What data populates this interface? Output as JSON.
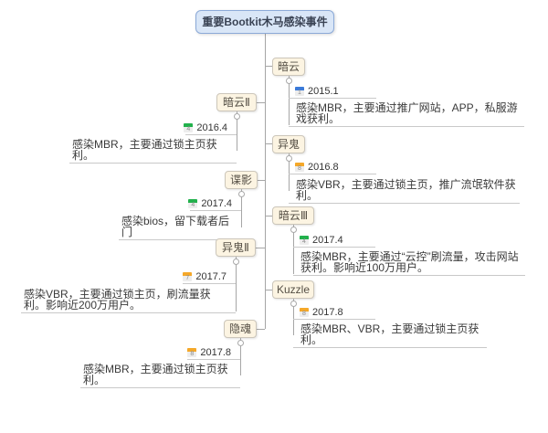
{
  "root": {
    "title": "重要Bootkit木马感染事件"
  },
  "colors": {
    "root_fill": "#d9e6f7",
    "root_border": "#8caad8",
    "topic_fill": "#fcf4e2",
    "topic_border": "#ccc6ba",
    "connector_line": "#a6a6a6",
    "underline": "#c9c9c9",
    "calendar_blue": "#3c7bd9",
    "calendar_green": "#22b14c",
    "calendar_orange": "#f5a829"
  },
  "branches": [
    {
      "title": "暗云",
      "side": "right",
      "date": "2015.1",
      "month": "1",
      "cal_color": "#3c7bd9",
      "desc": "感染MBR，主要通过推广网站，APP，私服游戏获利。"
    },
    {
      "title": "暗云Ⅱ",
      "side": "left",
      "date": "2016.4",
      "month": "4",
      "cal_color": "#22b14c",
      "desc": "感染MBR，主要通过锁主页获利。"
    },
    {
      "title": "异鬼",
      "side": "right",
      "date": "2016.8",
      "month": "8",
      "cal_color": "#f5a829",
      "desc": "感染VBR，主要通过锁主页，推广流氓软件获利。"
    },
    {
      "title": "谍影",
      "side": "left",
      "date": "2017.4",
      "month": "4",
      "cal_color": "#22b14c",
      "desc": "感染bios，留下载者后门"
    },
    {
      "title": "暗云Ⅲ",
      "side": "right",
      "date": "2017.4",
      "month": "4",
      "cal_color": "#22b14c",
      "desc": "感染MBR，主要通过“云控”刷流量，攻击网站获利。影响近100万用户。"
    },
    {
      "title": "异鬼Ⅱ",
      "side": "left",
      "date": "2017.7",
      "month": "7",
      "cal_color": "#f5a829",
      "desc": "感染VBR，主要通过锁主页，刷流量获利。影响近200万用户。"
    },
    {
      "title": "Kuzzle",
      "side": "right",
      "date": "2017.8",
      "month": "8",
      "cal_color": "#f5a829",
      "desc": "感染MBR、VBR，主要通过锁主页获利。"
    },
    {
      "title": "隐魂",
      "side": "left",
      "date": "2017.8",
      "month": "8",
      "cal_color": "#f5a829",
      "desc": "感染MBR，主要通过锁主页获利。"
    }
  ]
}
